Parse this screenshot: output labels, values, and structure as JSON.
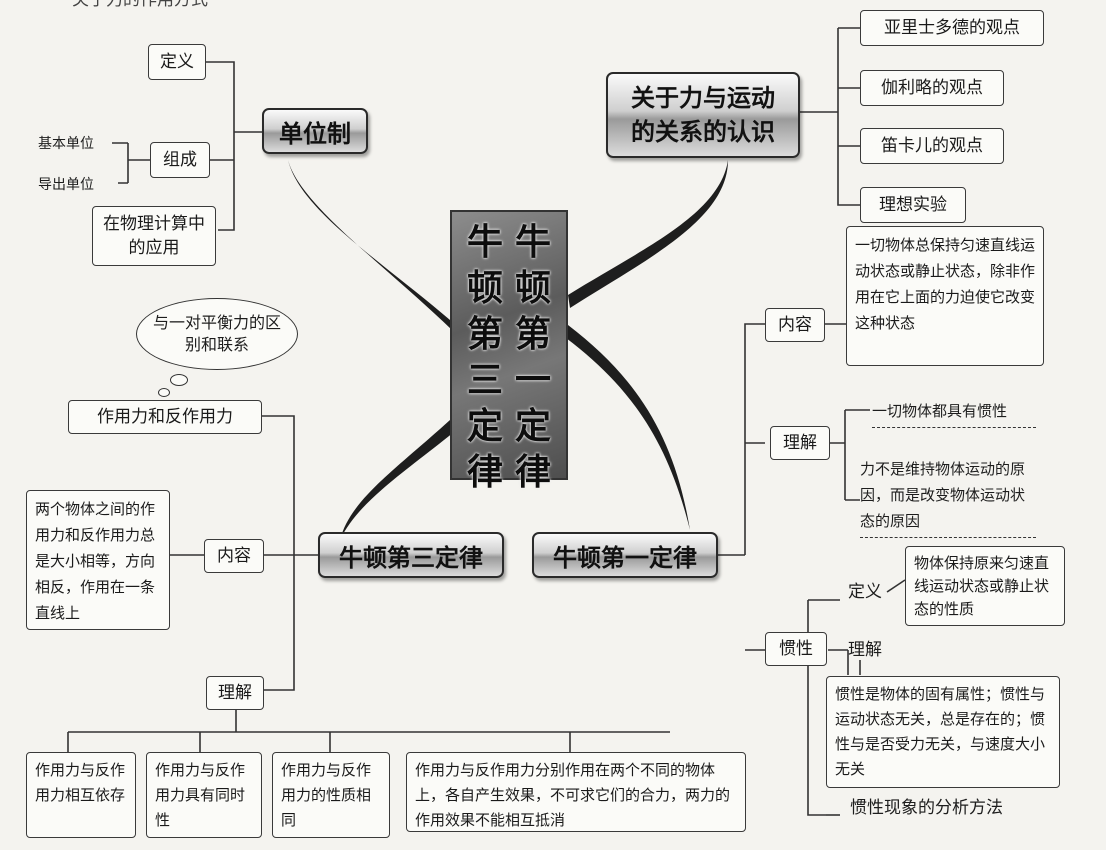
{
  "top_left_caption": "关于力的作用方式",
  "center_plate": {
    "col_left": "牛顿第三定律",
    "col_right": "牛顿第一定律"
  },
  "units": {
    "title": "单位制",
    "definition": "定义",
    "composition": "组成",
    "base_units": "基本单位",
    "derived_units": "导出单位",
    "application": "在物理计算中的应用"
  },
  "force_motion": {
    "title": "关于力与运动的关系的认识",
    "items": [
      "亚里士多德的观点",
      "伽利略的观点",
      "笛卡儿的观点",
      "理想实验"
    ]
  },
  "first_law": {
    "title": "牛顿第一定律",
    "content_label": "内容",
    "content_text": "一切物体总保持匀速直线运动状态或静止状态，除非作用在它上面的力迫使它改变这种状态",
    "understanding_label": "理解",
    "understanding_1": "一切物体都具有惯性",
    "understanding_2": "力不是维持物体运动的原因，而是改变物体运动状态的原因",
    "inertia_label": "惯性",
    "inertia_def_label": "定义",
    "inertia_def_text": "物体保持原来匀速直线运动状态或静止状态的性质",
    "inertia_und_label": "理解",
    "inertia_und_text": "惯性是物体的固有属性；惯性与运动状态无关，总是存在的；惯性与是否受力无关，与速度大小无关",
    "inertia_method": "惯性现象的分析方法"
  },
  "third_law": {
    "title": "牛顿第三定律",
    "cloud_text": "与一对平衡力的区别和联系",
    "action_reaction": "作用力和反作用力",
    "content_label": "内容",
    "content_text": "两个物体之间的作用力和反作用力总是大小相等，方向相反，作用在一条直线上",
    "understanding_label": "理解",
    "u1": "作用力与反作用力相互依存",
    "u2": "作用力与反作用力具有同时性",
    "u3": "作用力与反作用力的性质相同",
    "u4": "作用力与反作用力分别作用在两个不同的物体上，各自产生效果，不可求它们的合力，两力的作用效果不能相互抵消"
  }
}
